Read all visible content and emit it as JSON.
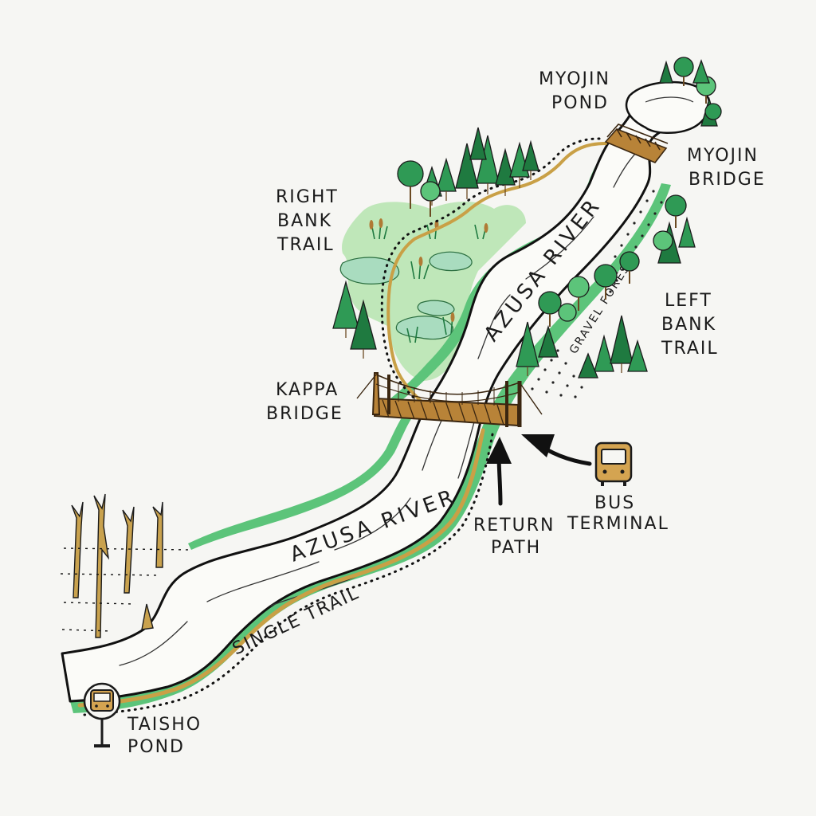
{
  "colors": {
    "river_fill": "#fbfbf8",
    "river_outline": "#111111",
    "bank_green": "#5cc47a",
    "marsh_green": "#bfe7b9",
    "water_pool": "#a9dcbf",
    "tree_green": "#2f9a55",
    "tree_green_dark": "#1f7a40",
    "trail_gold": "#c9a046",
    "bridge_brown": "#b88338",
    "dead_tree": "#c9a24e",
    "bus_gold": "#d4a451",
    "dot_black": "#111111"
  },
  "labels": {
    "myojin_pond": [
      "MYOJIN",
      "POND"
    ],
    "myojin_bridge": [
      "MYOJIN",
      "BRIDGE"
    ],
    "right_bank_trail": [
      "RIGHT",
      "BANK",
      "TRAIL"
    ],
    "left_bank_trail": [
      "LEFT",
      "BANK",
      "TRAIL"
    ],
    "gravel_forest": "GRAVEL FOREST",
    "azusa_river_upper": "AZUSA RIVER",
    "azusa_river_lower": "AZUSA RIVER",
    "kappa_bridge": [
      "KAPPA",
      "BRIDGE"
    ],
    "return_path": [
      "RETURN",
      "PATH"
    ],
    "bus_terminal": [
      "BUS",
      "TERMINAL"
    ],
    "single_trail": "SINGLE TRAIL",
    "taisho_pond": [
      "TAISHO",
      "POND"
    ]
  },
  "icons": {
    "bus_terminal": "bus-icon",
    "taisho_bus_stop": "bus-stop-sign-icon",
    "return_arrow": "arrow-up-icon",
    "bus_arrow": "arrow-left-curved-icon"
  }
}
